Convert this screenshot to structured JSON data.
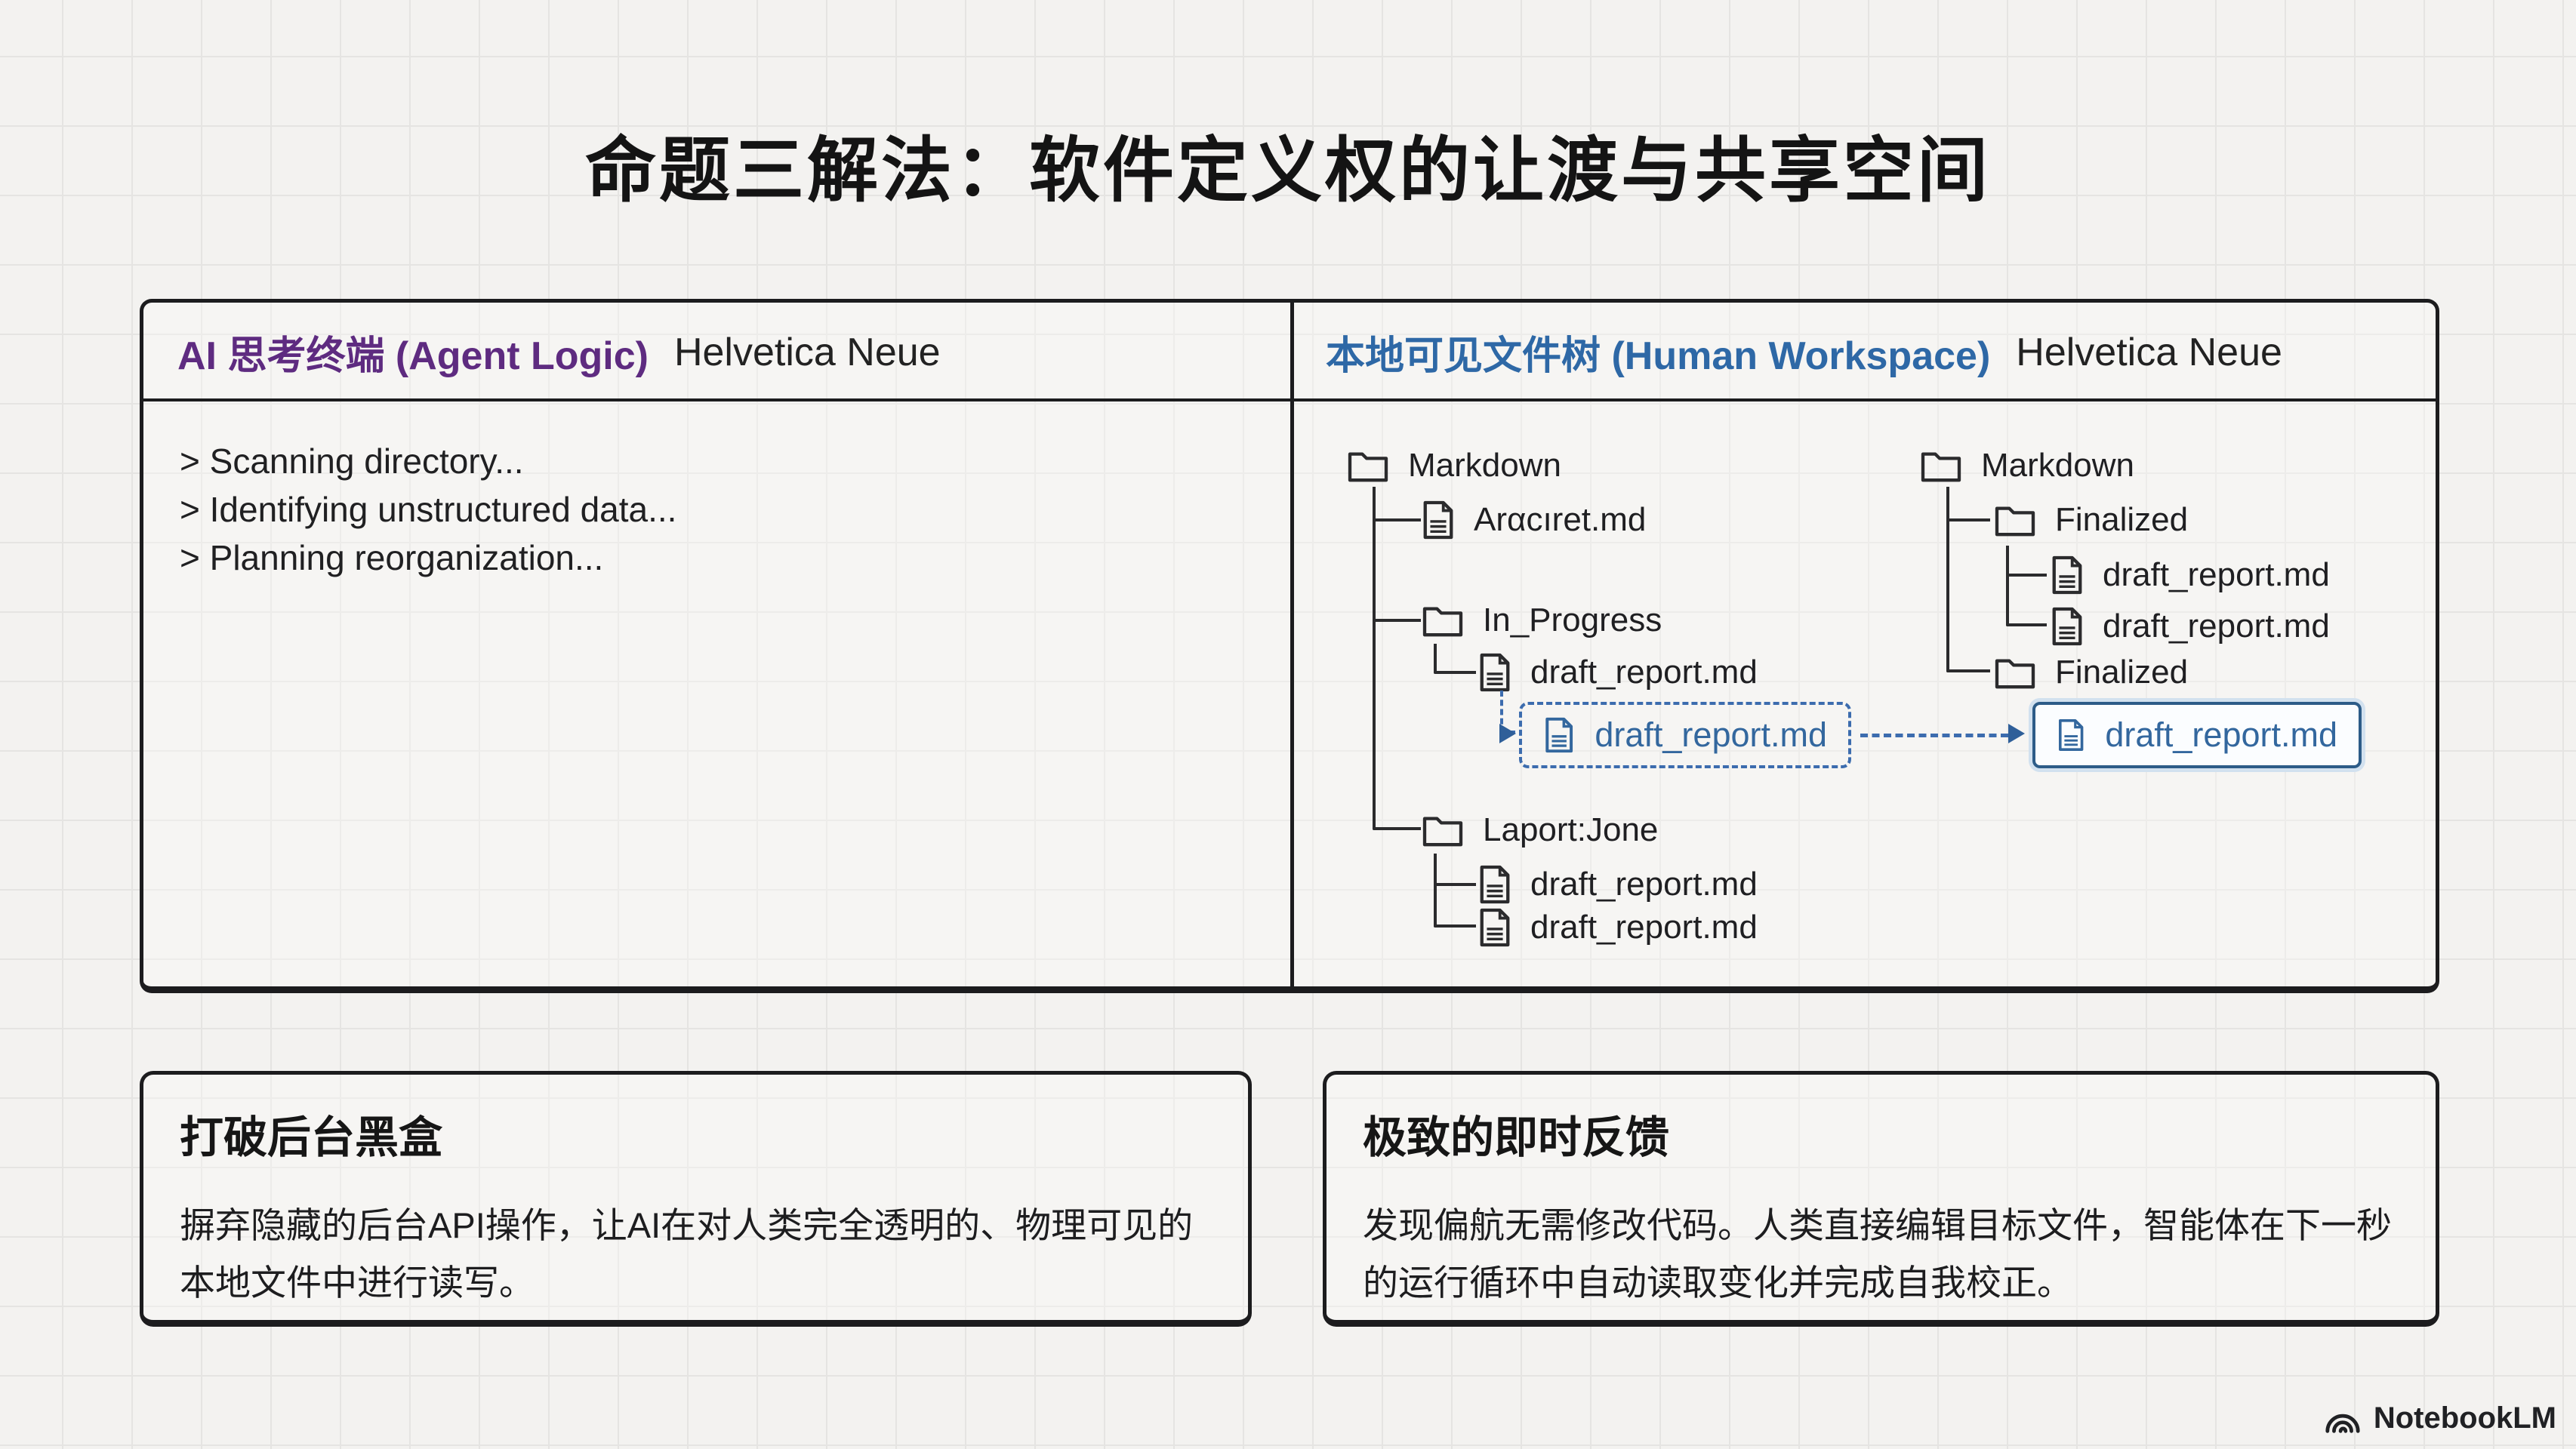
{
  "title": "命题三解法：软件定义权的让渡与共享空间",
  "panels": {
    "agent": {
      "title_zh": "AI 思考终端 (Agent Logic)",
      "font_note": "Helvetica Neue",
      "terminal_lines": [
        "> Scanning directory...",
        "> Identifying unstructured data...",
        "> Planning reorganization..."
      ]
    },
    "workspace": {
      "title_zh": "本地可见文件树 (Human Workspace)",
      "font_note": "Helvetica Neue",
      "tree_left": {
        "root": "Markdown",
        "file_top": "Arαcıret.md",
        "folder_progress": "In_Progress",
        "file_progress": "draft_report.md",
        "highlight_file": "draft_report.md",
        "folder_bottom": "Laport:Jone",
        "file_bottom_1": "draft_report.md",
        "file_bottom_2": "draft_report.md"
      },
      "tree_right": {
        "root": "Markdown",
        "folder_a": "Finalized",
        "file_a1": "draft_report.md",
        "file_a2": "draft_report.md",
        "folder_b": "Finalized",
        "highlight_file": "draft_report.md"
      }
    }
  },
  "cards": {
    "left": {
      "title": "打破后台黑盒",
      "body": "摒弃隐藏的后台API操作，让AI在对人类完全透明的、物理可见的本地文件中进行读写。"
    },
    "right": {
      "title": "极致的即时反馈",
      "body": "发现偏航无需修改代码。人类直接编辑目标文件，智能体在下一秒的运行循环中自动读取变化并完成自我校正。"
    }
  },
  "watermark": {
    "label": "NotebookLM"
  },
  "colors": {
    "background": "#f3f2f0",
    "accent_purple": "#5e2b80",
    "accent_blue": "#2e68a6",
    "tree_highlight_blue": "#33679e",
    "ink": "#1c1c1e"
  }
}
